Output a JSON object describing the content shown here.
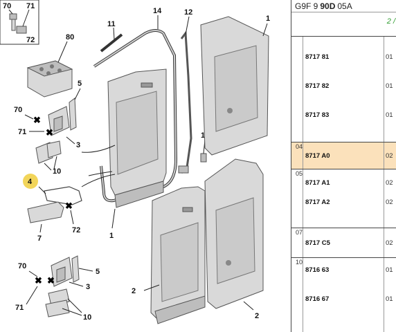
{
  "diagram": {
    "labels": {
      "l70a": "70",
      "l71a": "71",
      "l72a": "72",
      "l80": "80",
      "l11": "11",
      "l14": "14",
      "l12": "12",
      "l1a": "1",
      "l5a": "5",
      "l70b": "70",
      "l71b": "71",
      "l3a": "3",
      "l10a": "10",
      "l4": "4",
      "l7": "7",
      "l72b": "72",
      "l13": "13",
      "l1b": "1",
      "l70c": "70",
      "l5b": "5",
      "l71c": "71",
      "l3b": "3",
      "l10b": "10",
      "l2a": "2",
      "l2b": "2",
      "l1c": "1"
    }
  },
  "table": {
    "header": {
      "prefix": "G9F 9",
      "bold": "90D",
      "suffix": "05A"
    },
    "subheader": "2 /",
    "groups": [
      {
        "num": "",
        "highlight": false,
        "rows": [
          {
            "ref": "8717 81",
            "qty": "01"
          },
          {
            "ref": "8717 82",
            "qty": "01"
          },
          {
            "ref": "8717 83",
            "qty": "01"
          }
        ]
      },
      {
        "num": "04",
        "highlight": true,
        "rows": [
          {
            "ref": "8717 A0",
            "qty": "02"
          }
        ]
      },
      {
        "num": "05",
        "highlight": false,
        "rows": [
          {
            "ref": "8717 A1",
            "qty": "02"
          },
          {
            "ref": "8717 A2",
            "qty": "02"
          }
        ]
      },
      {
        "num": "07",
        "highlight": false,
        "rows": [
          {
            "ref": "8717 C5",
            "qty": "02"
          }
        ]
      },
      {
        "num": "10",
        "highlight": false,
        "rows": [
          {
            "ref": "8716 63",
            "qty": "01"
          },
          {
            "ref": "8716 67",
            "qty": "01"
          }
        ]
      }
    ]
  }
}
